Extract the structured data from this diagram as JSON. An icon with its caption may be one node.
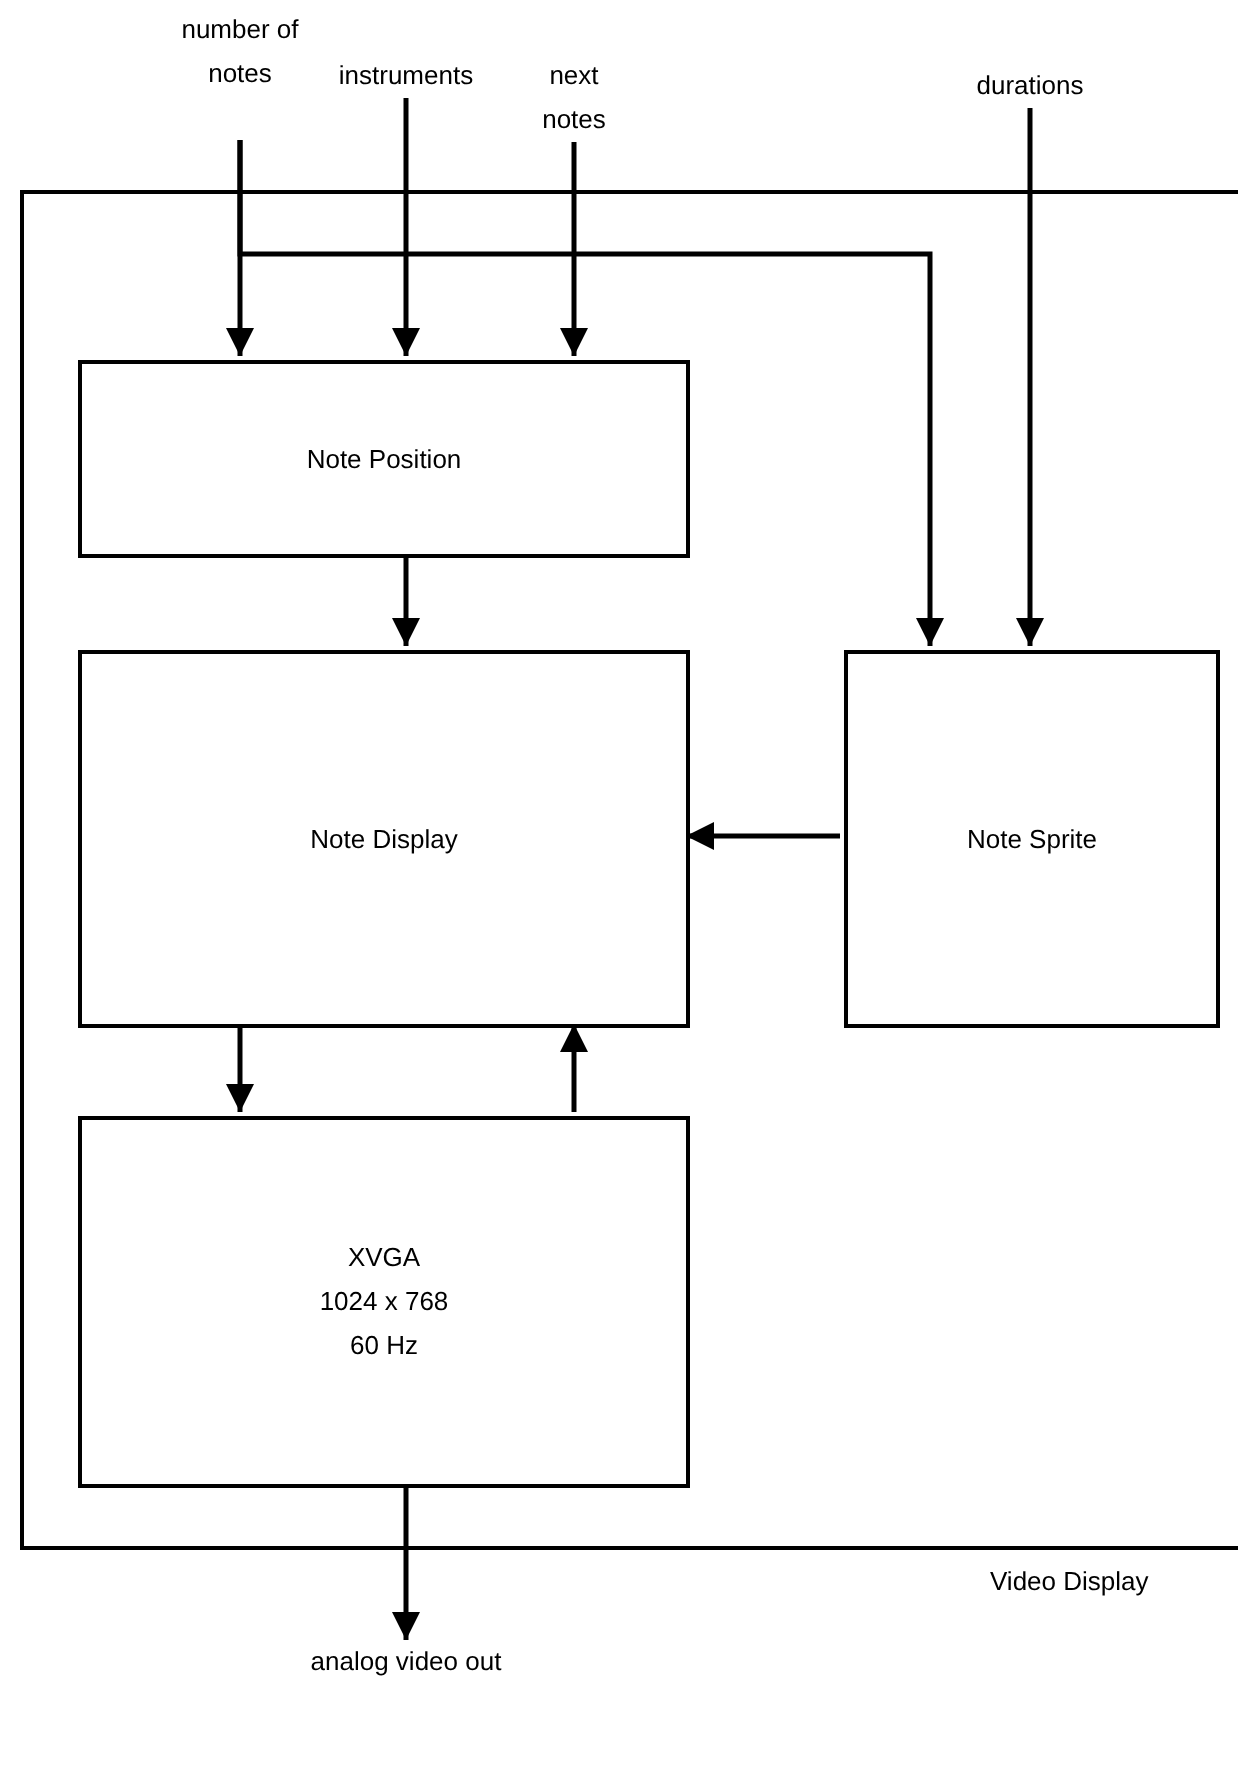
{
  "diagram": {
    "nodes": [
      {
        "text": [
          "Video Display"
        ]
      },
      {
        "text": [
          "Note Position"
        ],
        "in": 0
      },
      {
        "text": [
          "Note Display"
        ],
        "in": 0
      },
      {
        "text": [
          "Note Sprite"
        ],
        "in": 0
      },
      {
        "text": [
          "XVGA",
          "1024 x 768",
          "60 Hz"
        ],
        "in": 0
      },
      {
        "text": [
          "number of notes"
        ]
      },
      {
        "text": [
          "instruments"
        ]
      },
      {
        "text": [
          "next notes"
        ]
      },
      {
        "text": [
          "durations"
        ]
      },
      {
        "text": [
          "analog video out"
        ]
      }
    ],
    "edges": [
      {
        "from": 5,
        "to": 1,
        "arrow": "to"
      },
      {
        "from": 5,
        "to": 3,
        "arrow": "to"
      },
      {
        "from": 6,
        "to": 1,
        "arrow": "to"
      },
      {
        "from": 7,
        "to": 1,
        "arrow": "to"
      },
      {
        "from": 8,
        "to": 3,
        "arrow": "to"
      },
      {
        "from": 1,
        "to": 2,
        "arrow": "to"
      },
      {
        "from": 3,
        "to": 2,
        "arrow": "to"
      },
      {
        "from": 2,
        "to": 4,
        "arrow": "to"
      },
      {
        "from": 4,
        "to": 2,
        "arrow": "to"
      },
      {
        "from": 4,
        "to": 9,
        "arrow": "to"
      }
    ]
  }
}
